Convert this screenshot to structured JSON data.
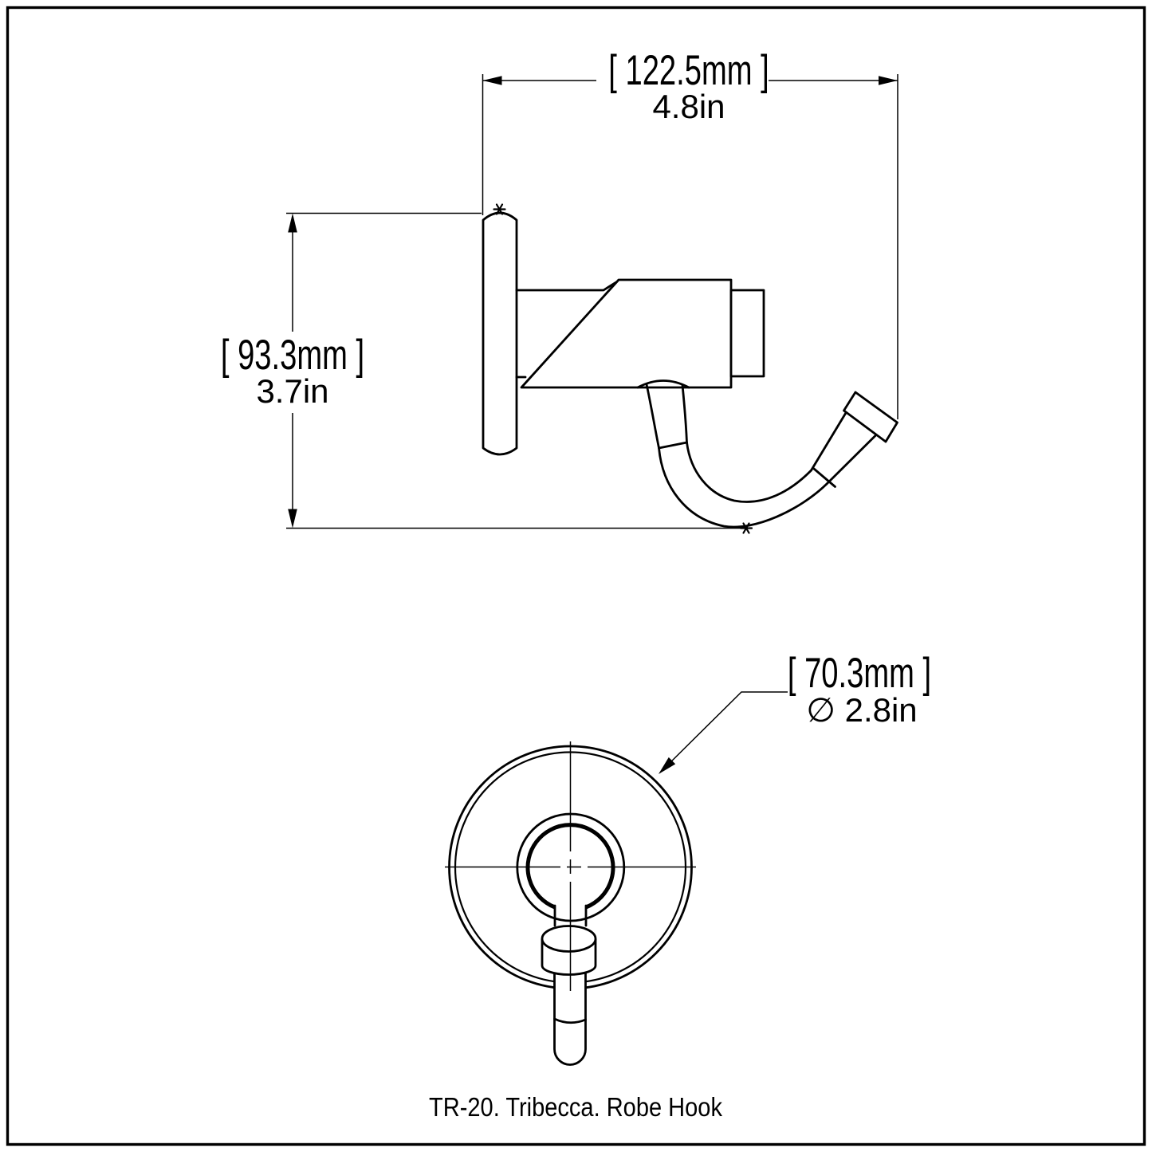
{
  "drawing": {
    "background": "#ffffff",
    "line_color": "#000000",
    "caption": "TR-20. Tribecca. Robe Hook",
    "side_view": {
      "name": "side elevation of robe hook",
      "projection_dimension": {
        "mm": "[ 122.5mm ]",
        "inch": "4.8in"
      },
      "height_dimension": {
        "mm": "[ 93.3mm ]",
        "inch": "3.7in"
      }
    },
    "front_view": {
      "name": "front view of backplate",
      "diameter_dimension": {
        "mm": "[ 70.3mm ]",
        "inch": "∅ 2.8in"
      }
    },
    "icons": {
      "datum_mark": "asterisk-6-point"
    }
  }
}
